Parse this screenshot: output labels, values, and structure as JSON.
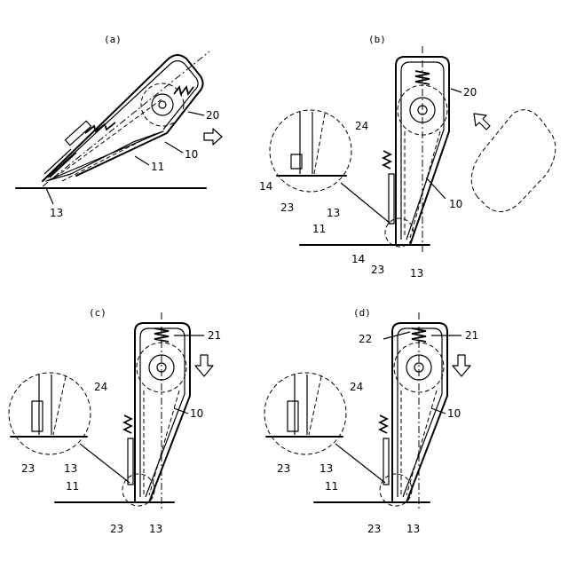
{
  "panels": {
    "a": {
      "caption": "(a)",
      "labels": {
        "housing": "20",
        "arm": "10",
        "surface": "11",
        "tip": "13"
      }
    },
    "b": {
      "caption": "(b)",
      "labels": {
        "housing": "20",
        "spring": "24",
        "arm": "10",
        "surface": "11",
        "inset_guide": "14",
        "inset_blade": "23",
        "inset_tip": "13",
        "guide": "14",
        "blade": "23",
        "tip": "13"
      }
    },
    "c": {
      "caption": "(c)",
      "labels": {
        "top_spring": "21",
        "side_spring": "24",
        "arm": "10",
        "surface": "11",
        "inset_blade": "23",
        "inset_tip": "13",
        "blade": "23",
        "tip": "13"
      }
    },
    "d": {
      "caption": "(d)",
      "labels": {
        "upper": "22",
        "top_spring": "21",
        "side_spring": "24",
        "arm": "10",
        "surface": "11",
        "inset_blade": "23",
        "inset_tip": "13",
        "blade": "23",
        "tip": "13"
      }
    }
  },
  "arrows": {
    "a": "right",
    "b": "up-left",
    "c": "down",
    "d": "down"
  }
}
